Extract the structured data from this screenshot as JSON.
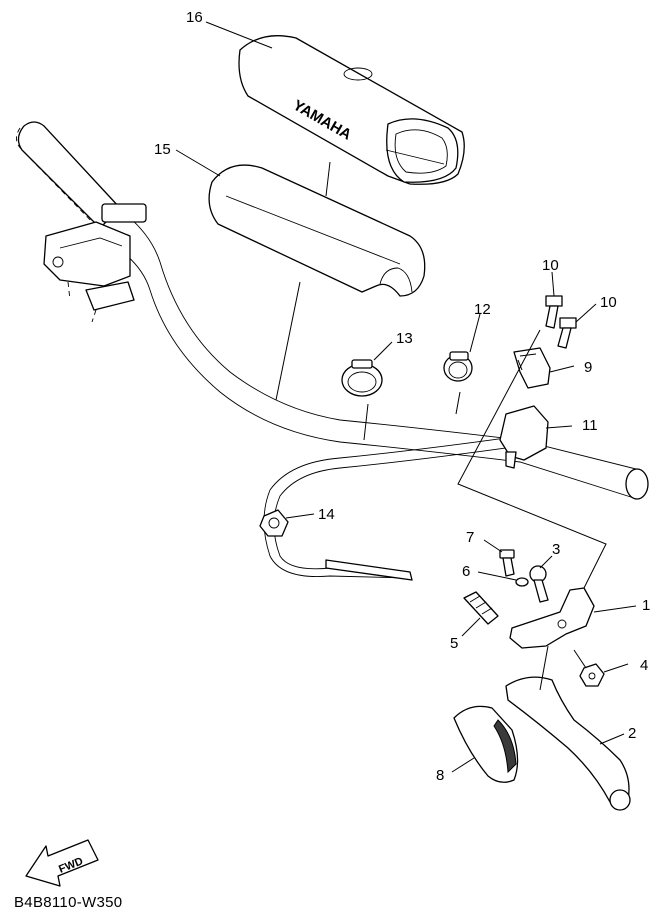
{
  "callouts": {
    "c1": "1",
    "c2": "2",
    "c3": "3",
    "c4": "4",
    "c5": "5",
    "c6": "6",
    "c7": "7",
    "c8": "8",
    "c9": "9",
    "c10a": "10",
    "c10b": "10",
    "c11": "11",
    "c12": "12",
    "c13": "13",
    "c14": "14",
    "c15": "15",
    "c16": "16"
  },
  "cover_brand": "YAMAHA",
  "fwd_label": "FWD",
  "diagram_code": "B4B8110-W350"
}
